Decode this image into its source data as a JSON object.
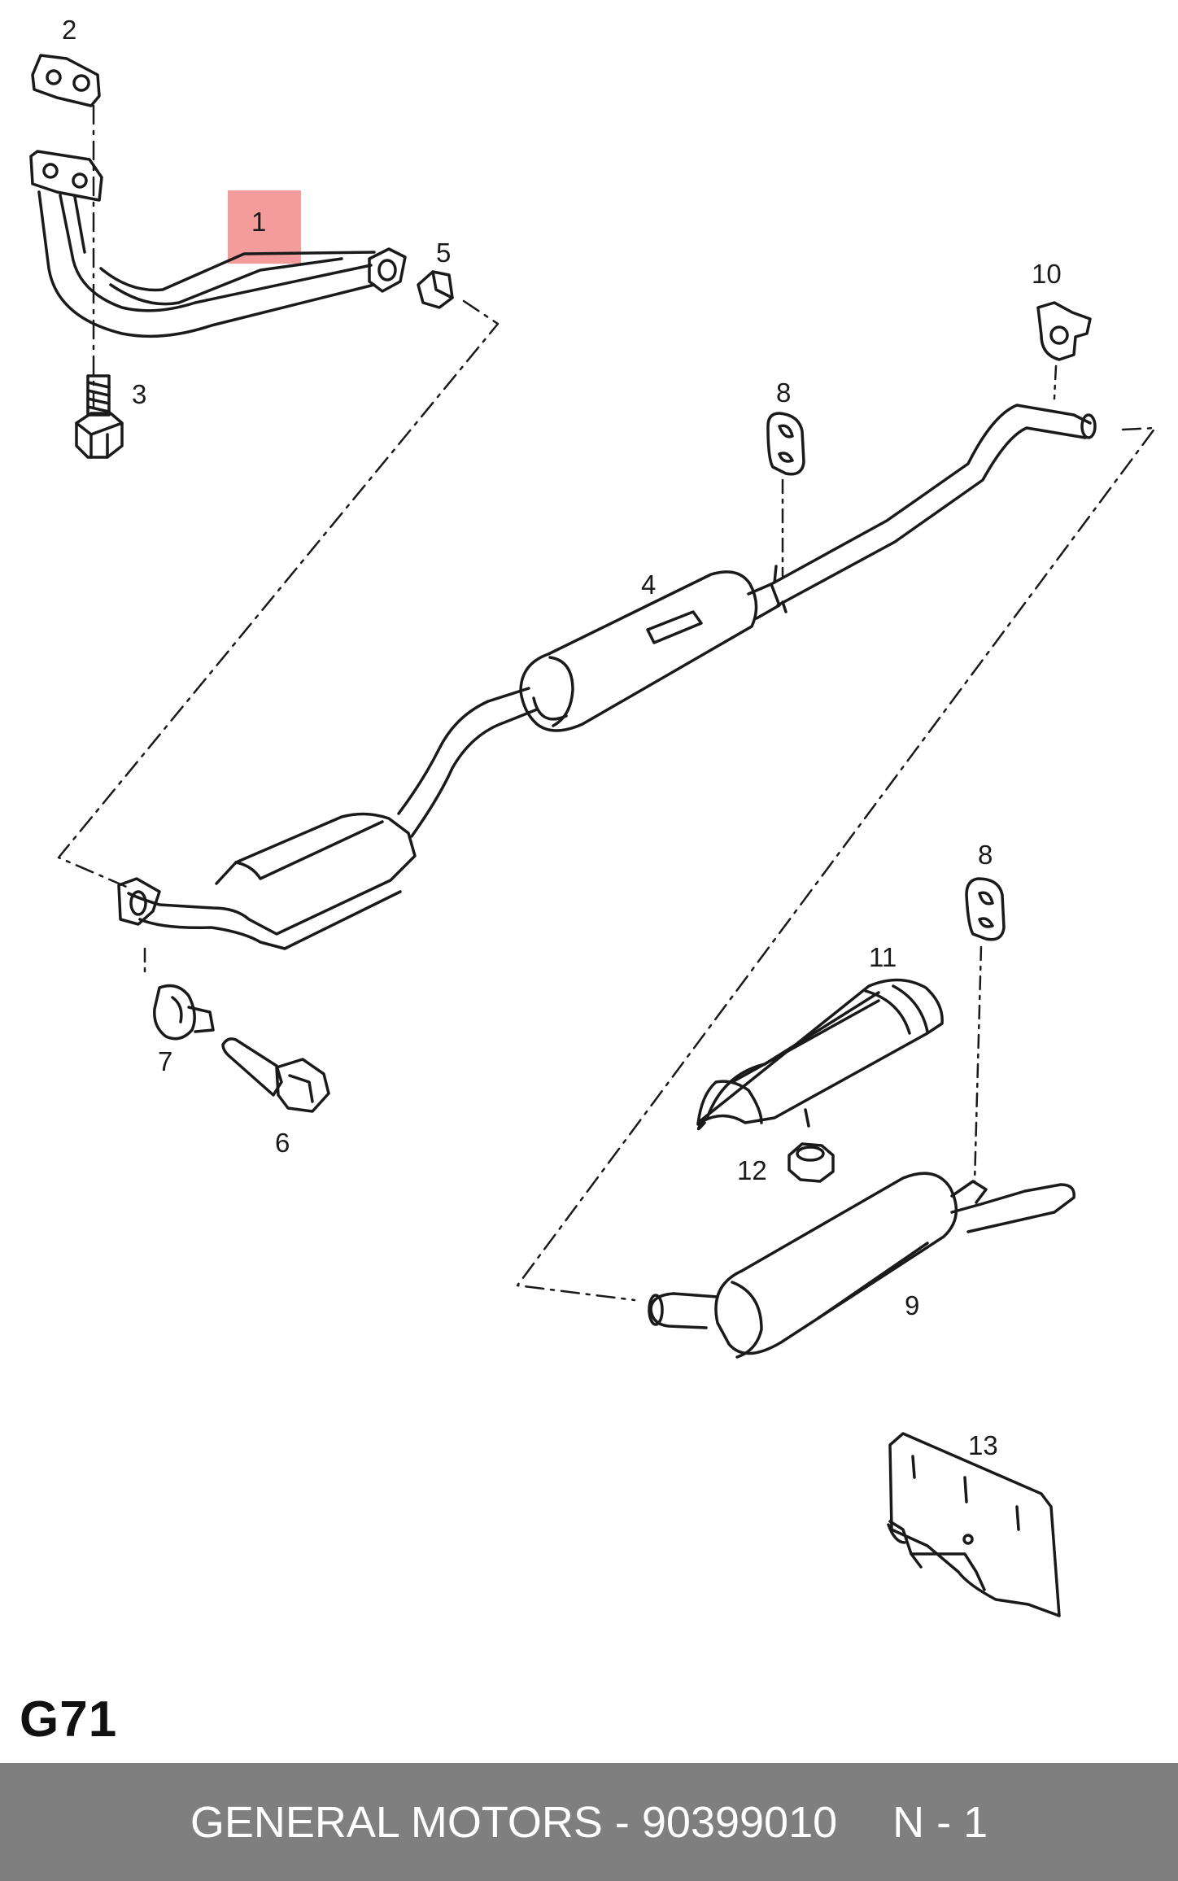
{
  "diagram": {
    "parts": [
      {
        "number": "1",
        "highlighted": true
      },
      {
        "number": "2"
      },
      {
        "number": "3"
      },
      {
        "number": "4"
      },
      {
        "number": "5"
      },
      {
        "number": "6"
      },
      {
        "number": "7"
      },
      {
        "number": "8"
      },
      {
        "number": "8"
      },
      {
        "number": "9"
      },
      {
        "number": "10"
      },
      {
        "number": "11"
      },
      {
        "number": "12"
      },
      {
        "number": "13"
      }
    ],
    "highlight_color": "#f28b8b",
    "line_color": "#1a1a1a"
  },
  "page_code": "G71",
  "footer": {
    "text": "GENERAL MOTORS - 90399010",
    "quantity": "N - 1",
    "background": "#7f7f7f"
  }
}
